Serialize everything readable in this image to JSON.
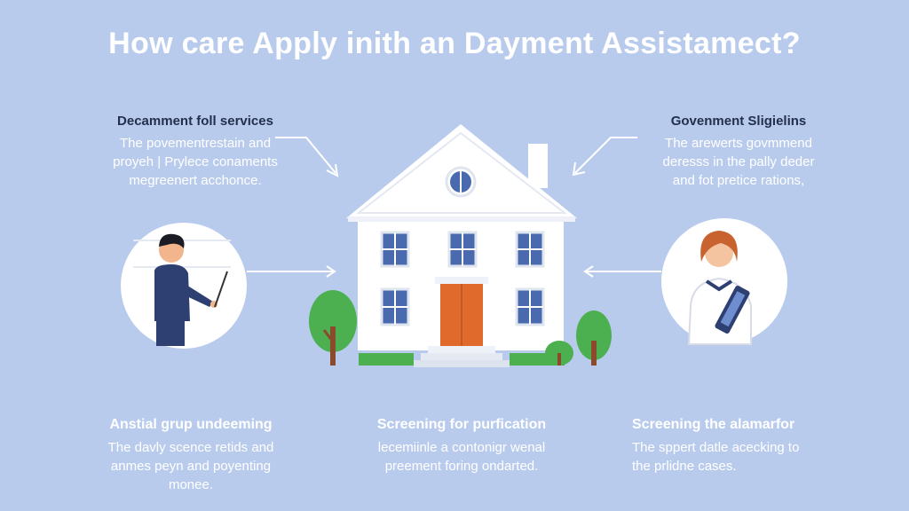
{
  "title": "How care Apply inith an Dayment Assistamect?",
  "top_left": {
    "heading": "Decamment foll services",
    "lines": [
      "The povementrestain and",
      "proyeh | Prylece conaments",
      "megreenert acchonce."
    ]
  },
  "top_right": {
    "heading": "Govenment Sligielins",
    "lines": [
      "The arewerts govmmend",
      "deresss in the pally deder",
      "and fot pretice rations,"
    ]
  },
  "bottom_left": {
    "heading": "Anstial grup undeeming",
    "lines": [
      "The davly scence retids and",
      "anmes peyn and poyenting",
      "monee."
    ]
  },
  "bottom_middle": {
    "heading": "Screening for purfication",
    "lines": [
      "lecemiinle a contonigr wenal",
      "preement foring ondarted."
    ]
  },
  "bottom_right": {
    "heading": "Screening the alamarfor",
    "lines": [
      "The sppert datle acecking to",
      "the prlidne cases."
    ]
  },
  "colors": {
    "background": "#b9cbed",
    "house": "#ffffff",
    "door": "#e06a2b",
    "tree": "#4caf50",
    "suit": "#2e3f72",
    "hair": "#c8622f"
  }
}
